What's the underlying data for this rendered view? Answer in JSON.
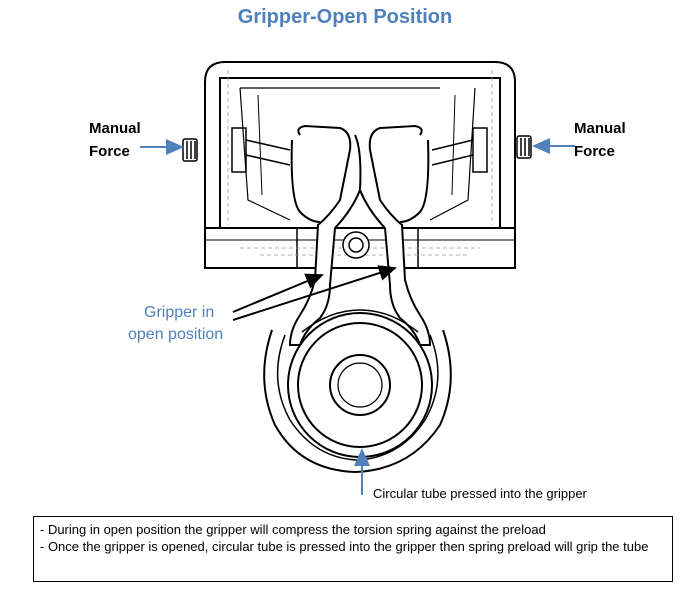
{
  "title": "Gripper-Open Position",
  "left_force": {
    "line1": "Manual",
    "line2": "Force"
  },
  "right_force": {
    "line1": "Manual",
    "line2": "Force"
  },
  "gripper_label": {
    "line1": "Gripper in",
    "line2": "open position"
  },
  "tube_label": "Circular tube pressed into the gripper",
  "notes": [
    "- During in open position the gripper will compress the torsion spring against the preload",
    "- Once the gripper is opened, circular tube is pressed into the gripper then spring preload will grip the tube"
  ],
  "colors": {
    "title": "#4f81bd",
    "arrow": "#4f81bd",
    "outline": "#000000"
  }
}
